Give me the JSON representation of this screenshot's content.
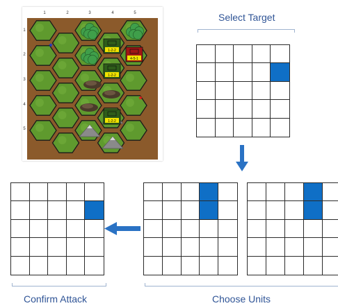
{
  "map": {
    "column_labels": [
      "1",
      "2",
      "3",
      "4",
      "5"
    ],
    "row_labels": [
      "1",
      "2",
      "3",
      "4",
      "5"
    ],
    "unit_cards": [
      "1-2-2",
      "4-5-1",
      "1-2-2",
      "1-2-2"
    ],
    "colors": {
      "grass": "#5f9a2e",
      "dirt": "#8b5a2b",
      "hex_line": "#1a1a1a",
      "friendly_card": "#2e5d1a",
      "enemy_card": "#a01515",
      "card_text": "#f2e200"
    }
  },
  "labels": {
    "select_target": "Select Target",
    "choose_units": "Choose Units",
    "confirm_attack": "Confirm Attack"
  },
  "grids": {
    "select_target": {
      "highlight": [
        [
          2,
          5
        ]
      ]
    },
    "choose_units_a": {
      "highlight": [
        [
          1,
          4
        ],
        [
          2,
          4
        ]
      ]
    },
    "choose_units_b": {
      "highlight": [
        [
          1,
          4
        ],
        [
          2,
          4
        ]
      ]
    },
    "confirm_attack": {
      "highlight": [
        [
          2,
          5
        ]
      ]
    }
  },
  "arrows": {
    "color": "#2a72c4"
  }
}
